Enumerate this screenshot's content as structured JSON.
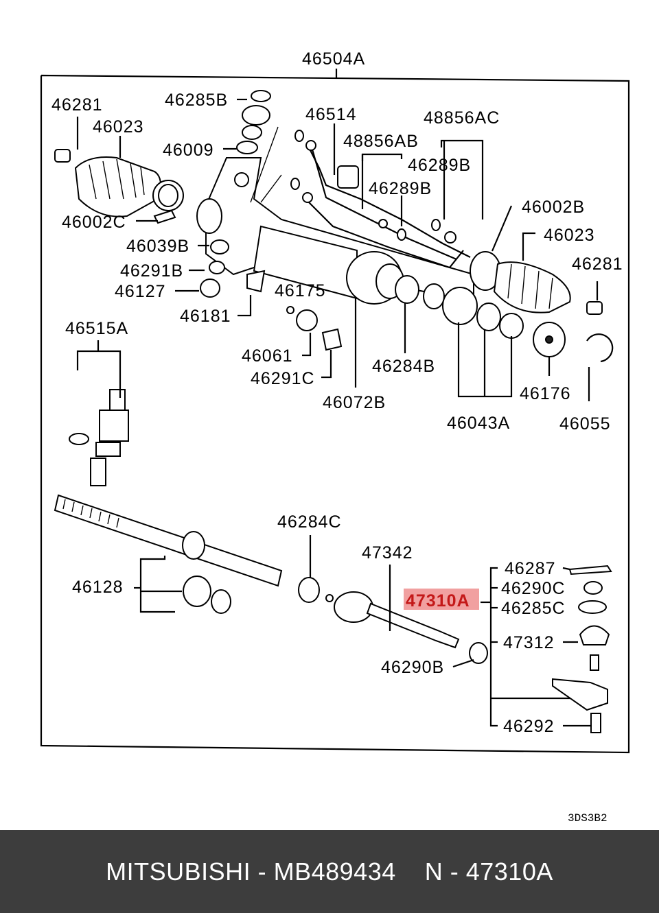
{
  "diagram": {
    "assembly_label": "46504A",
    "diagram_code": "3DS3B2",
    "highlighted_part": "47310A",
    "labels": {
      "p46281_left": "46281",
      "p46285B": "46285B",
      "p46514": "46514",
      "p48856AC": "48856AC",
      "p46023_left": "46023",
      "p48856AB": "48856AB",
      "p46009": "46009",
      "p46289B_top": "46289B",
      "p46289B_mid": "46289B",
      "p46002B": "46002B",
      "p46002C": "46002C",
      "p46023_right": "46023",
      "p46039B": "46039B",
      "p46281_right": "46281",
      "p46291B": "46291B",
      "p46127": "46127",
      "p46175": "46175",
      "p46181": "46181",
      "p46515A": "46515A",
      "p46061": "46061",
      "p46284B": "46284B",
      "p46291C": "46291C",
      "p46176": "46176",
      "p46072B": "46072B",
      "p46043A": "46043A",
      "p46055": "46055",
      "p46284C": "46284C",
      "p47342": "47342",
      "p46287": "46287",
      "p46128": "46128",
      "p46290C": "46290C",
      "p47310A": "47310A",
      "p46285C": "46285C",
      "p47312": "47312",
      "p46290B": "46290B",
      "p46292": "46292"
    }
  },
  "footer": {
    "text": "MITSUBISHI - MB489434    N - 47310A"
  },
  "colors": {
    "footer_bg": "#3d3d3d",
    "highlight_box": "#ef8f8f",
    "highlight_text": "#c41818"
  }
}
